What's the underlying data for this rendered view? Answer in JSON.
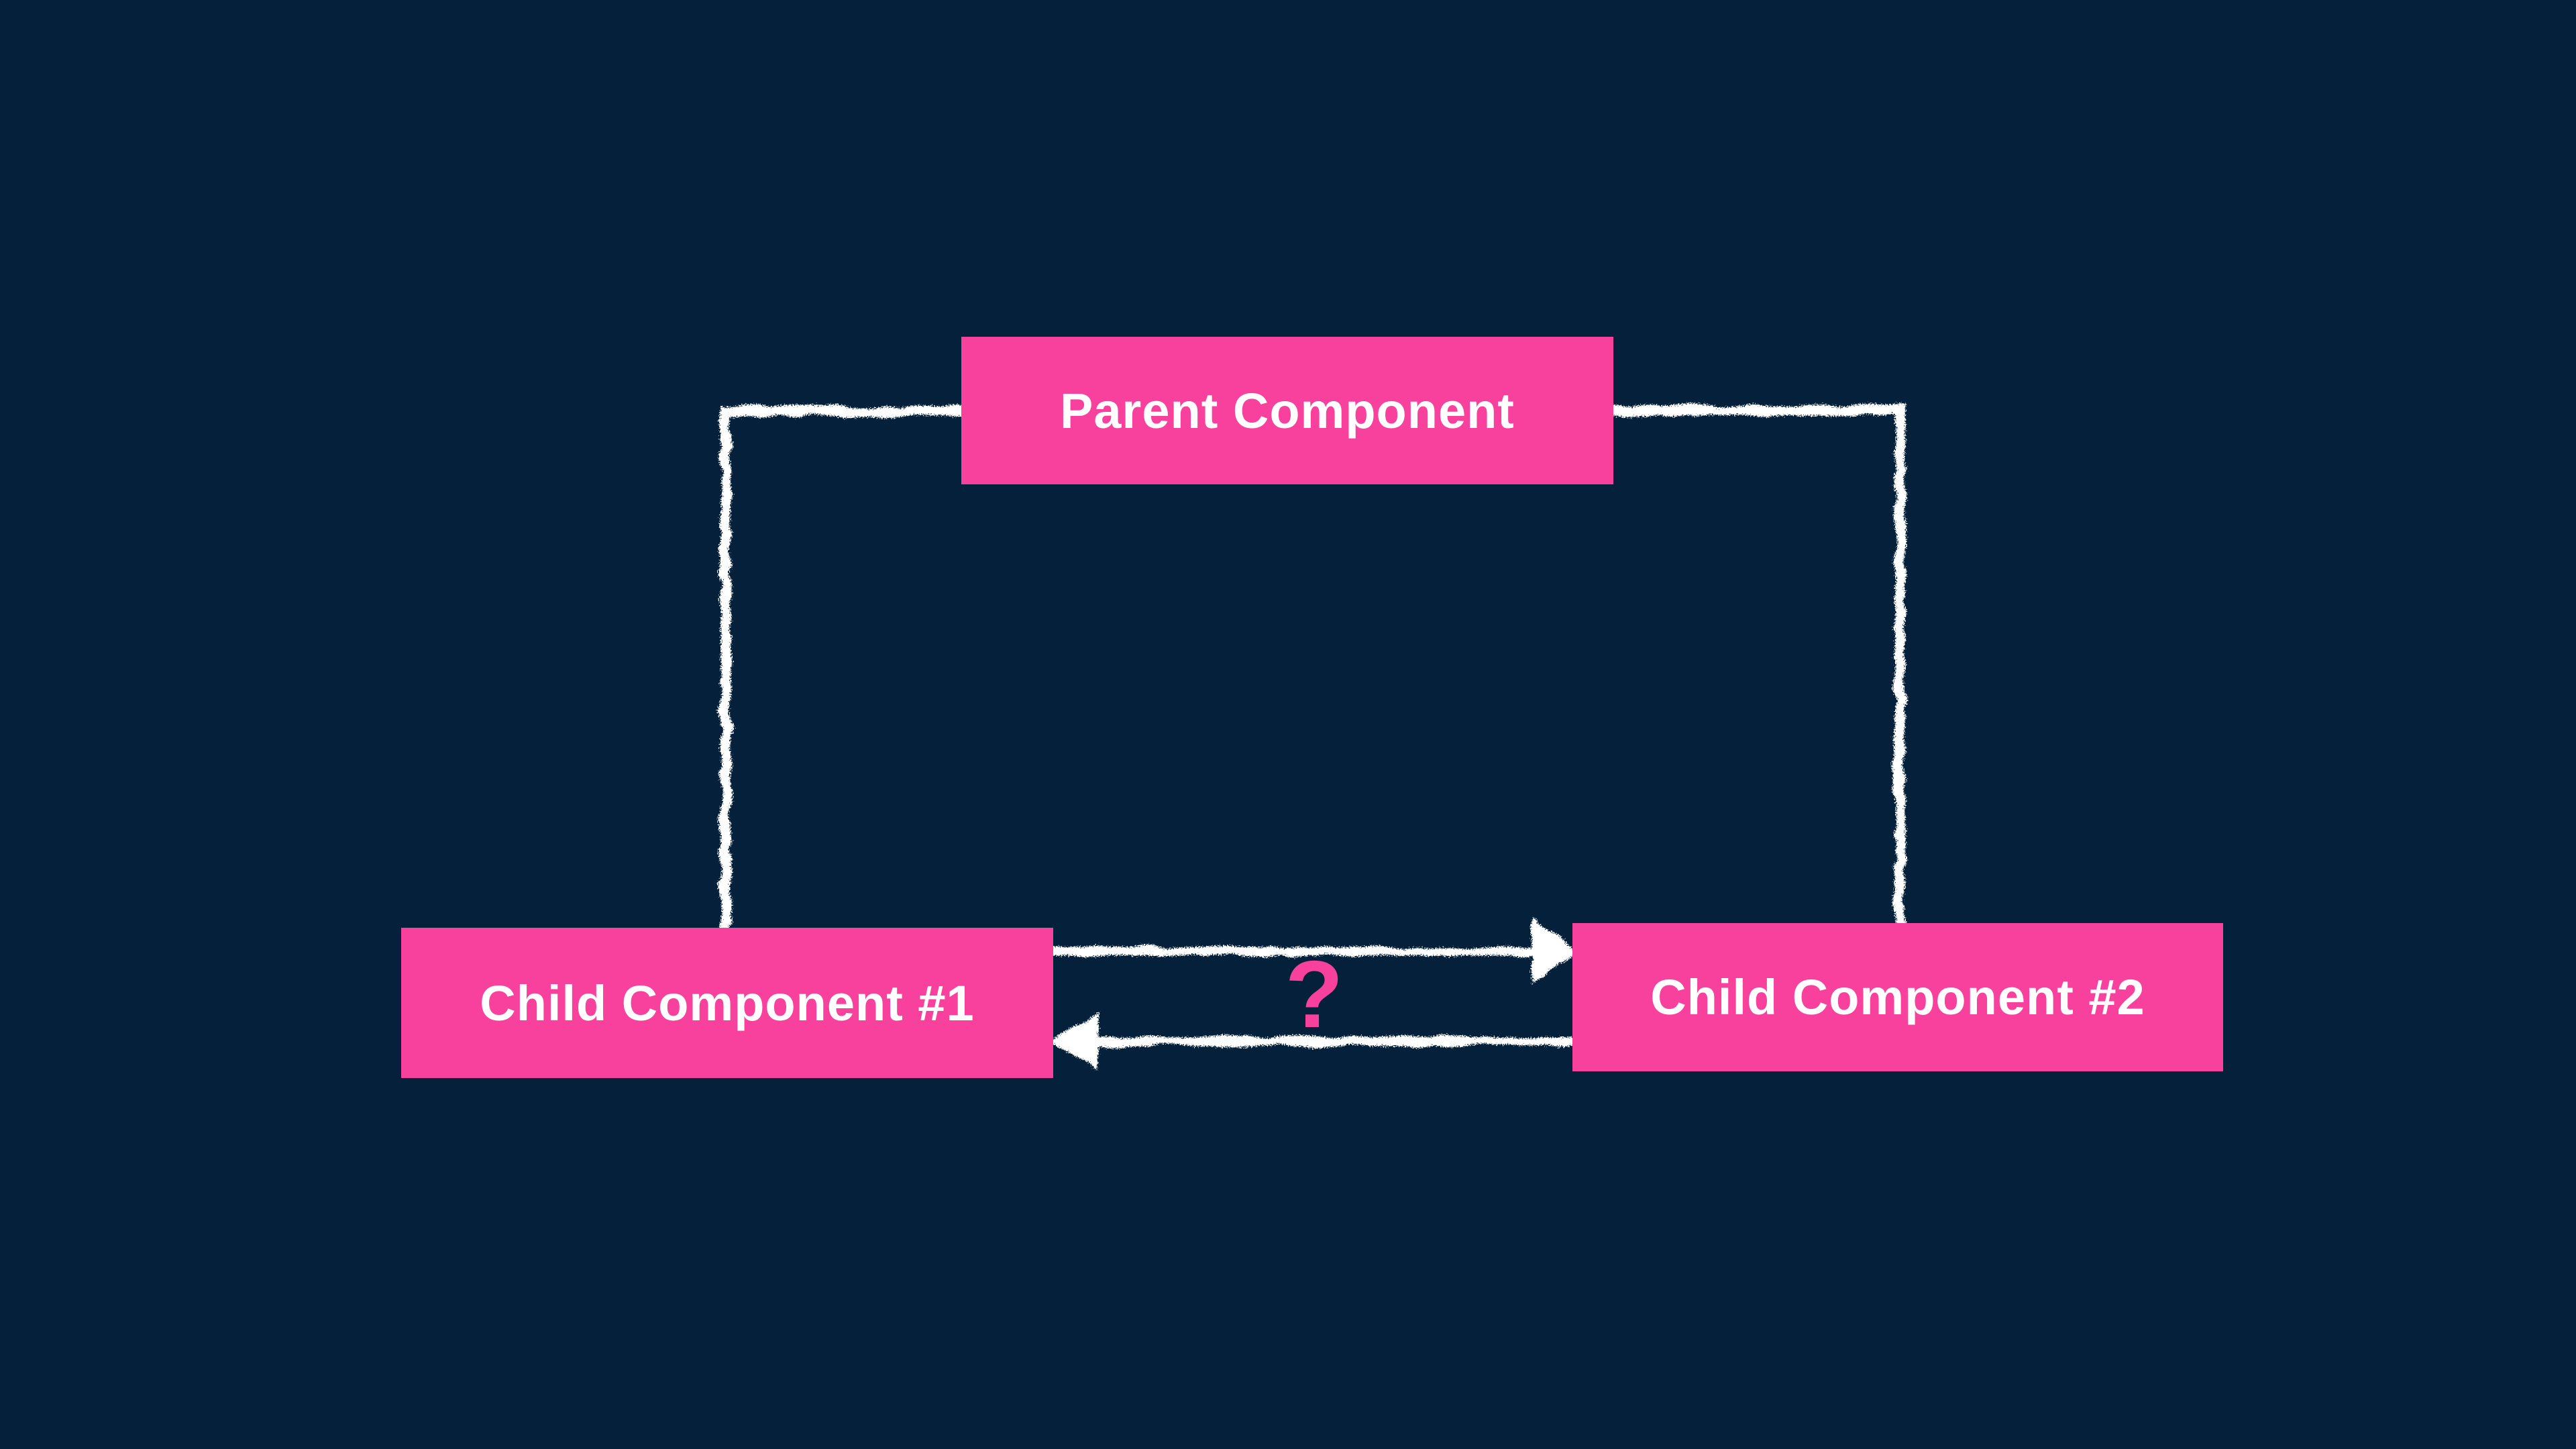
{
  "colors": {
    "background": "#05203a",
    "node_fill": "#f7419c",
    "node_text": "#ffffff",
    "chalk": "#ffffff",
    "question": "#f7419c"
  },
  "diagram": {
    "nodes": {
      "parent": {
        "label": "Parent Component"
      },
      "child1": {
        "label": "Child Component #1"
      },
      "child2": {
        "label": "Child Component #2"
      }
    },
    "labels": {
      "question_mark": "?"
    }
  }
}
